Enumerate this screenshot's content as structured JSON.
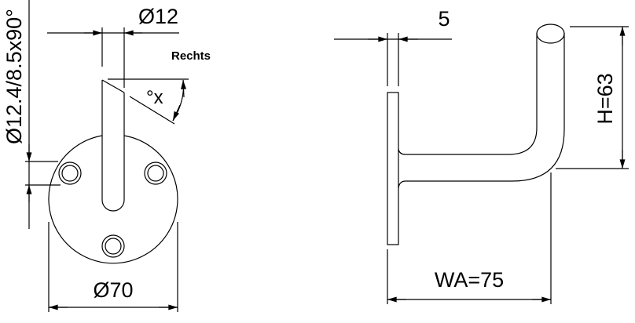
{
  "labels": {
    "tube_spec": "Ø12.4/8.5x90°",
    "rod_diameter": "Ø12",
    "side": "Rechts",
    "angle": "°x",
    "plate_diameter": "Ø70",
    "plate_thickness": "5",
    "height": "H=63",
    "wall_distance": "WA=75"
  }
}
